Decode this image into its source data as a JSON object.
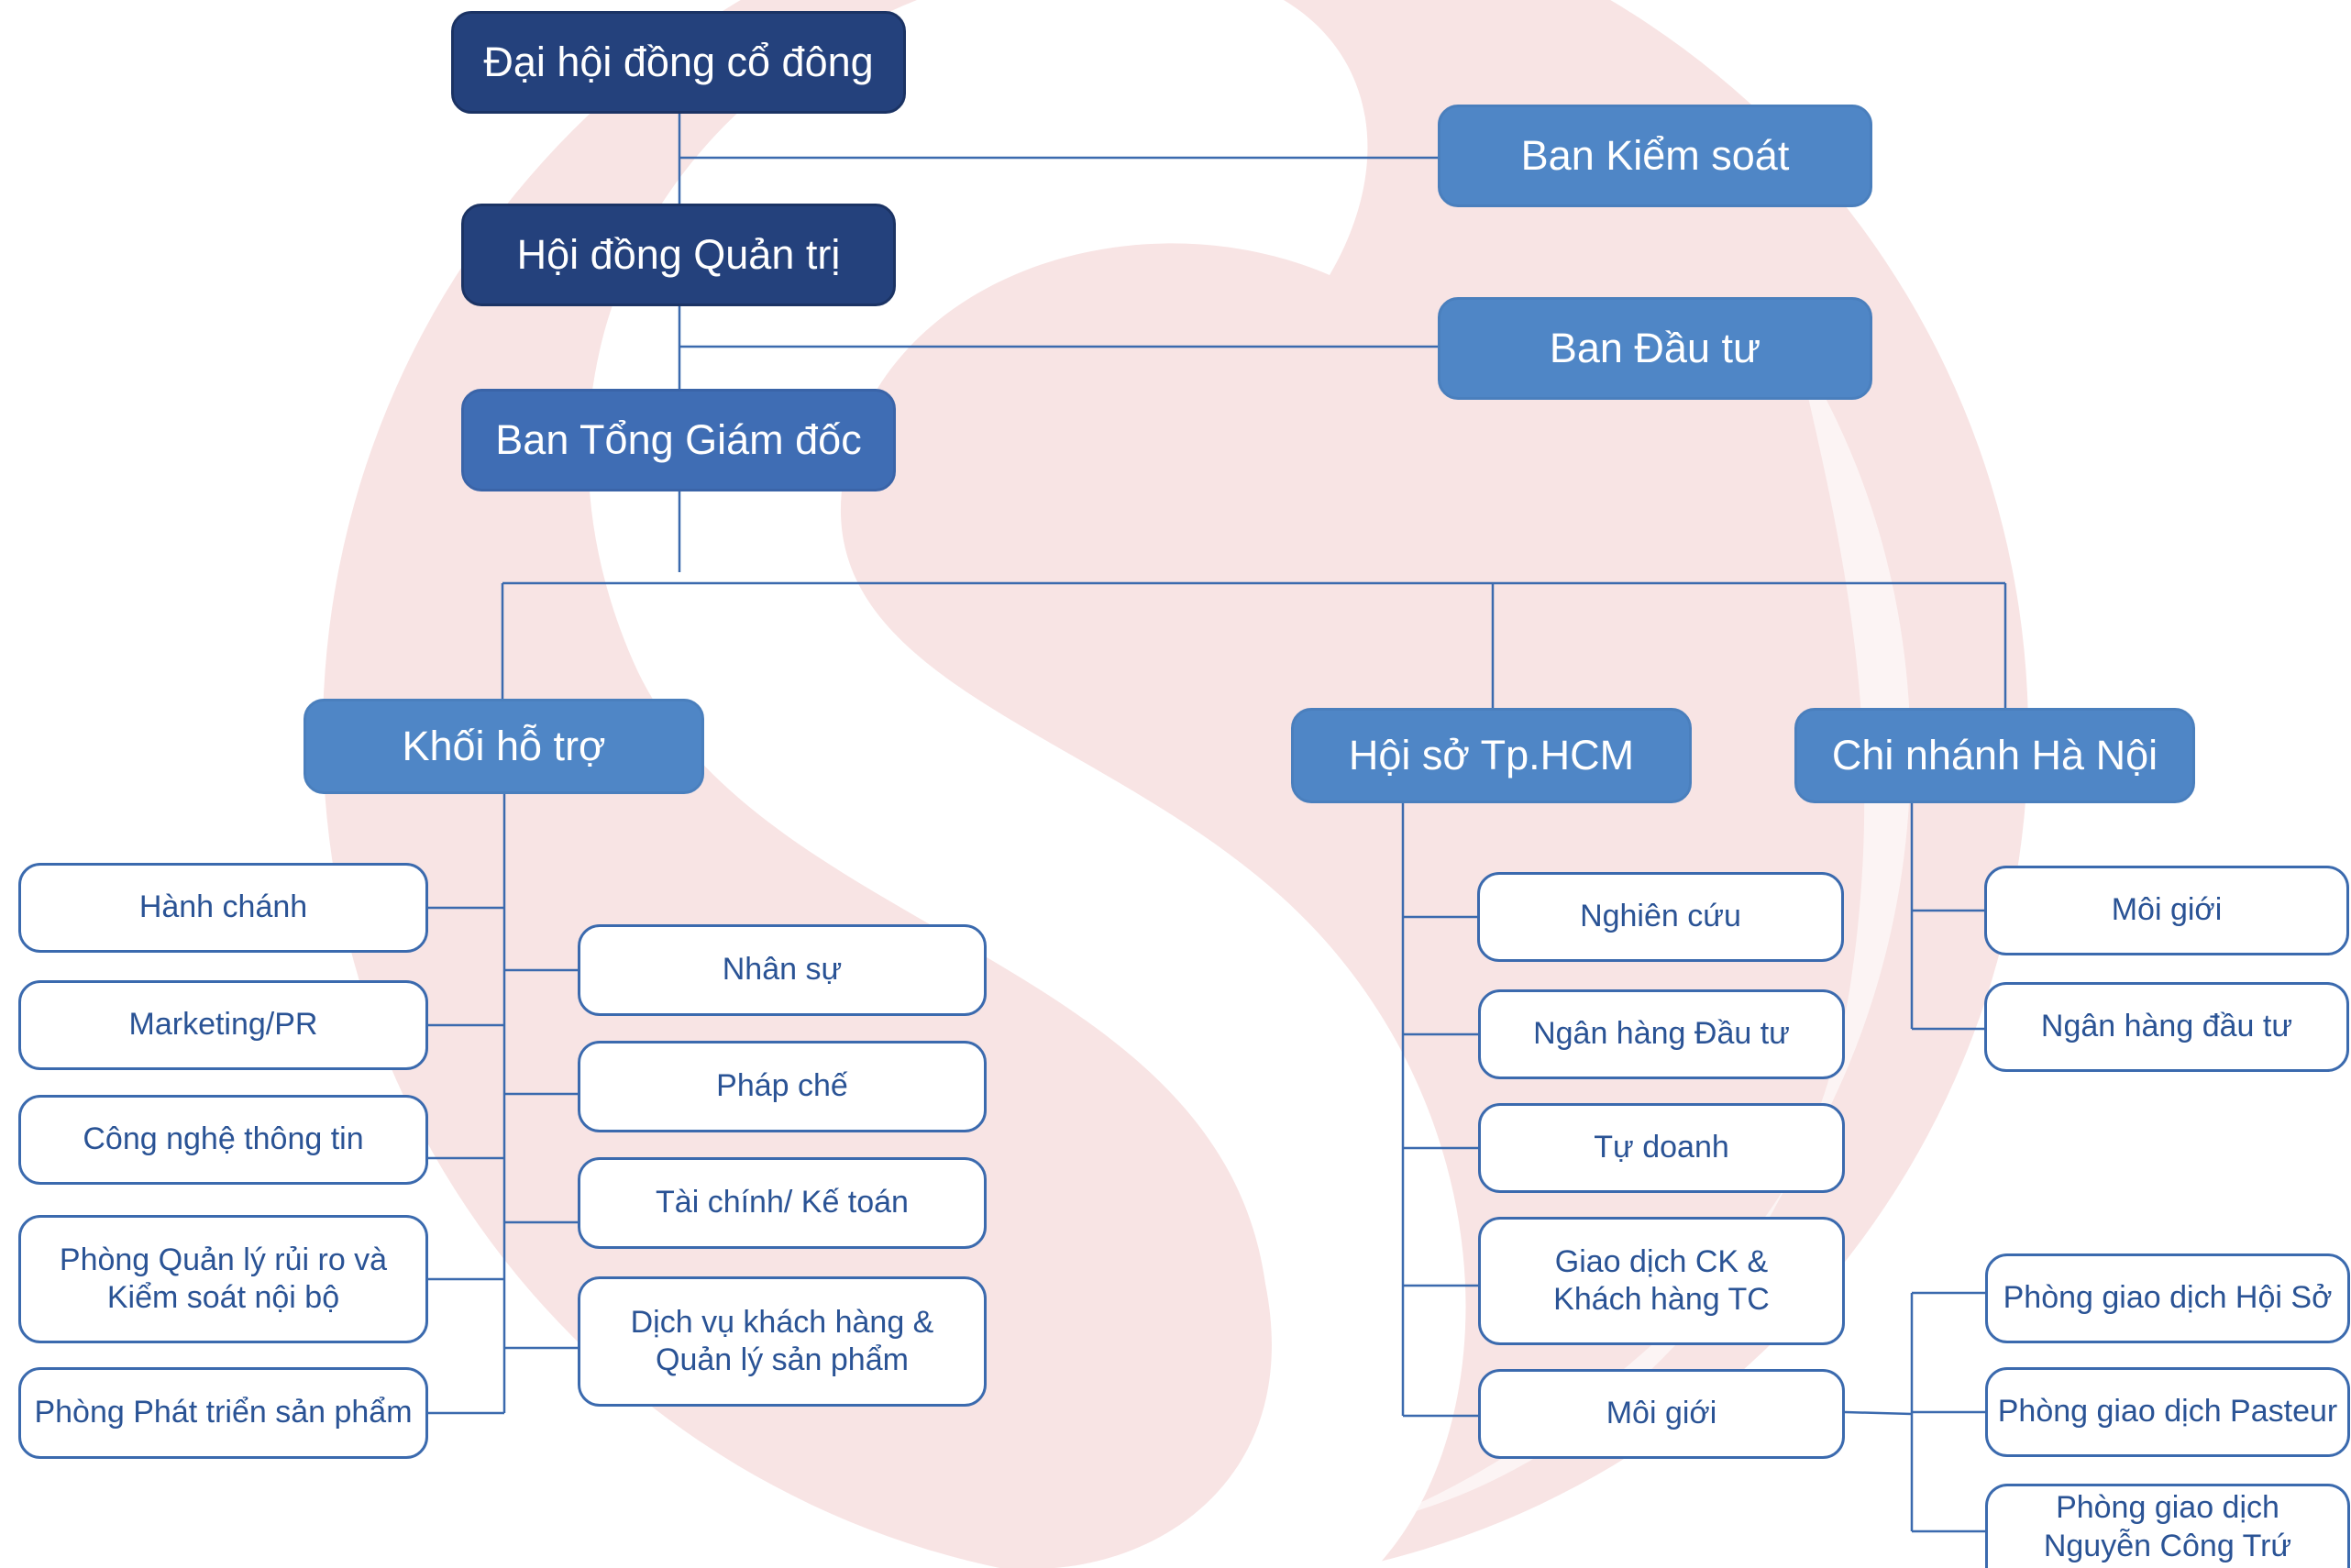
{
  "title": "",
  "nodes": {
    "agm": "Đại hội đồng cổ đông",
    "supervisory": "Ban Kiểm soát",
    "board": "Hội đồng Quản trị",
    "investment_committee": "Ban Đầu tư",
    "executive_board": "Ban Tổng Giám đốc",
    "support_division": "Khối hỗ trợ",
    "head_office": "Hội sở Tp.HCM",
    "hanoi_branch": "Chi nhánh Hà Nội"
  },
  "support_left": [
    "Hành chánh",
    "Marketing/PR",
    "Công nghệ thông tin",
    "Phòng Quản lý rủi ro và\nKiểm soát nội bộ",
    "Phòng Phát triển sản phẩm"
  ],
  "support_right": [
    "Nhân sự",
    "Pháp chế",
    "Tài chính/ Kế toán",
    "Dịch vụ khách hàng &\nQuản lý sản phẩm"
  ],
  "head_office_units": [
    "Nghiên cứu",
    "Ngân hàng Đầu tư",
    "Tự doanh",
    "Giao dịch CK &\nKhách hàng TC",
    "Môi giới"
  ],
  "brokerage_offices": [
    "Phòng giao dịch Hội Sở",
    "Phòng giao dịch Pasteur",
    "Phòng giao dịch\nNguyễn Công Trứ"
  ],
  "hanoi_units": [
    "Môi giới",
    "Ngân hàng đầu tư"
  ],
  "colors": {
    "dark_node": "#24417c",
    "mid_node": "#3f6db4",
    "light_node": "#4f86c6",
    "leaf_border": "#3b6aae",
    "leaf_text": "#2a5395",
    "connector": "#3b6aae",
    "watermark": "#f8e4e4"
  }
}
